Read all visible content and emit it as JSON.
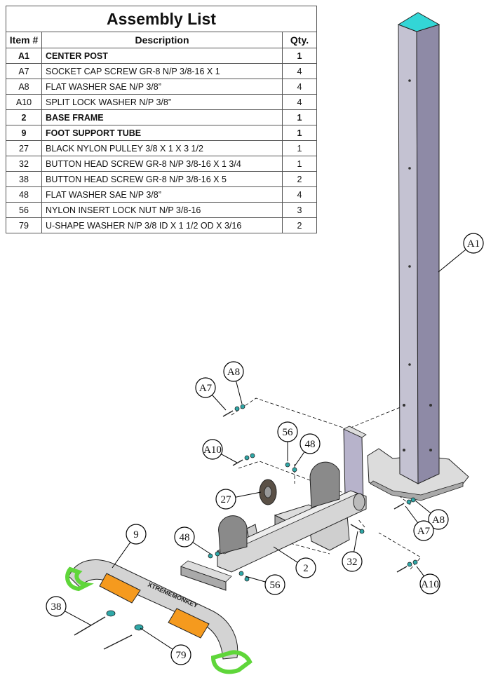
{
  "table": {
    "title": "Assembly List",
    "headers": {
      "item": "Item #",
      "description": "Description",
      "qty": "Qty."
    },
    "rows": [
      {
        "item": "A1",
        "description": "CENTER POST",
        "qty": "1",
        "bold": true
      },
      {
        "item": "A7",
        "description": "SOCKET CAP SCREW GR-8 N/P 3/8-16 X 1",
        "qty": "4",
        "bold": false
      },
      {
        "item": "A8",
        "description": "FLAT WASHER SAE N/P 3/8”",
        "qty": "4",
        "bold": false
      },
      {
        "item": "A10",
        "description": "SPLIT LOCK WASHER N/P 3/8”",
        "qty": "4",
        "bold": false
      },
      {
        "item": "2",
        "description": "BASE FRAME",
        "qty": "1",
        "bold": true
      },
      {
        "item": "9",
        "description": "FOOT SUPPORT TUBE",
        "qty": "1",
        "bold": true
      },
      {
        "item": "27",
        "description": "BLACK NYLON PULLEY 3/8 X 1 X 3 1/2",
        "qty": "1",
        "bold": false
      },
      {
        "item": "32",
        "description": "BUTTON HEAD SCREW GR-8 N/P 3/8-16 X 1 3/4",
        "qty": "1",
        "bold": false
      },
      {
        "item": "38",
        "description": "BUTTON HEAD SCREW GR-8 N/P 3/8-16 X 5",
        "qty": "2",
        "bold": false
      },
      {
        "item": "48",
        "description": "FLAT WASHER SAE N/P 3/8”",
        "qty": "4",
        "bold": false
      },
      {
        "item": "56",
        "description": "NYLON INSERT LOCK NUT N/P 3/8-16",
        "qty": "3",
        "bold": false
      },
      {
        "item": "79",
        "description": "U-SHAPE WASHER  N/P 3/8 ID X 1 1/2 OD X 3/16",
        "qty": "2",
        "bold": false
      }
    ]
  },
  "callouts": {
    "a1": "A1",
    "a8_top": "A8",
    "a7_top": "A7",
    "a10_left": "A10",
    "c56_top": "56",
    "c48_top": "48",
    "c27": "27",
    "c9": "9",
    "c48_left": "48",
    "c2": "2",
    "c32": "32",
    "c56_bottom": "56",
    "c38": "38",
    "c79": "79",
    "a8_right": "A8",
    "a7_right": "A7",
    "a10_right": "A10"
  },
  "logo_text": "XTREMEMONKEY",
  "colors": {
    "post_cap": "#33d6d6",
    "post_front": "#9a96b0",
    "post_side": "#7c7896",
    "metal_light": "#dadada",
    "metal_mid": "#b9b9b9",
    "pad_orange": "#f59a1e",
    "grip_green": "#5fd63a",
    "hardware_teal": "#2fa8a8"
  }
}
